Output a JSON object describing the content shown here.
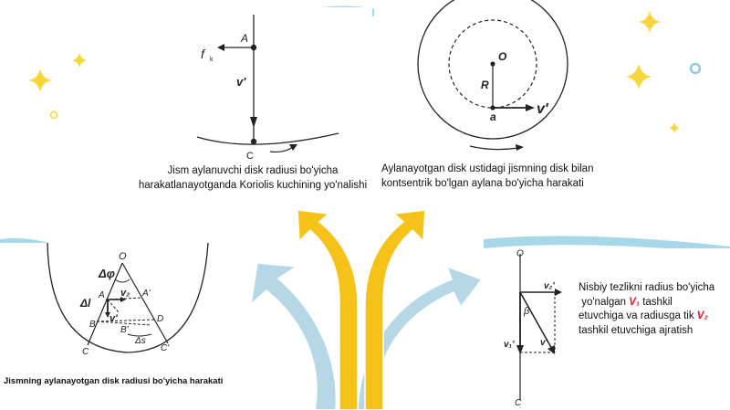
{
  "colors": {
    "star": "#f5d63c",
    "accent_blue": "#8ecbe0",
    "arrow_yellow": "#f4c218",
    "arrow_blue": "#b6d8e6",
    "stripe_blue": "#a7d8ea",
    "red_label": "#e0192b"
  },
  "panel_top_left": {
    "caption_line1": "Jism aylanuvchi disk radiusi bo'yicha",
    "caption_line2": "harakatlanayotganda Koriolis kuchining yo'nalishi",
    "label_A": "A",
    "label_f": "f",
    "label_f_sub": "k",
    "label_v": "v'",
    "label_C": "C"
  },
  "panel_top_right": {
    "caption_line1": "Aylanayotgan disk ustidagi jismning disk bilan",
    "caption_line2": "kontsentrik bo'lgan aylana bo'yicha harakati",
    "label_O": "O",
    "label_R": "R",
    "label_a": "a",
    "label_v": "v'"
  },
  "panel_bottom_left": {
    "caption": "Jismning aylanayotgan disk radiusi bo'yicha harakati",
    "label_O": "O",
    "label_dphi": "Δφ",
    "label_dl": "Δl",
    "label_A": "A",
    "label_v2": "v₂",
    "label_A1": "A'",
    "label_v1": "v'",
    "label_B": "B",
    "label_B1": "B'",
    "label_D": "D",
    "label_ds": "Δs",
    "label_C": "C",
    "label_C1": "C'"
  },
  "panel_bottom_right": {
    "text_line1": "Nisbiy tezlikni radius bo'yicha",
    "text_line2_pre": "yo'nalgan ",
    "text_line2_var": "V₁",
    "text_line2_post": " tashkil",
    "text_line3_pre": "etuvchiga va radiusga tik ",
    "text_line3_var": "V₂",
    "text_line4": "tashkil etuvchiga ajratish",
    "label_O": "O",
    "label_v2": "v₂'",
    "label_beta": "β",
    "label_v1": "v₁'",
    "label_v": "v'",
    "label_C": "C"
  }
}
